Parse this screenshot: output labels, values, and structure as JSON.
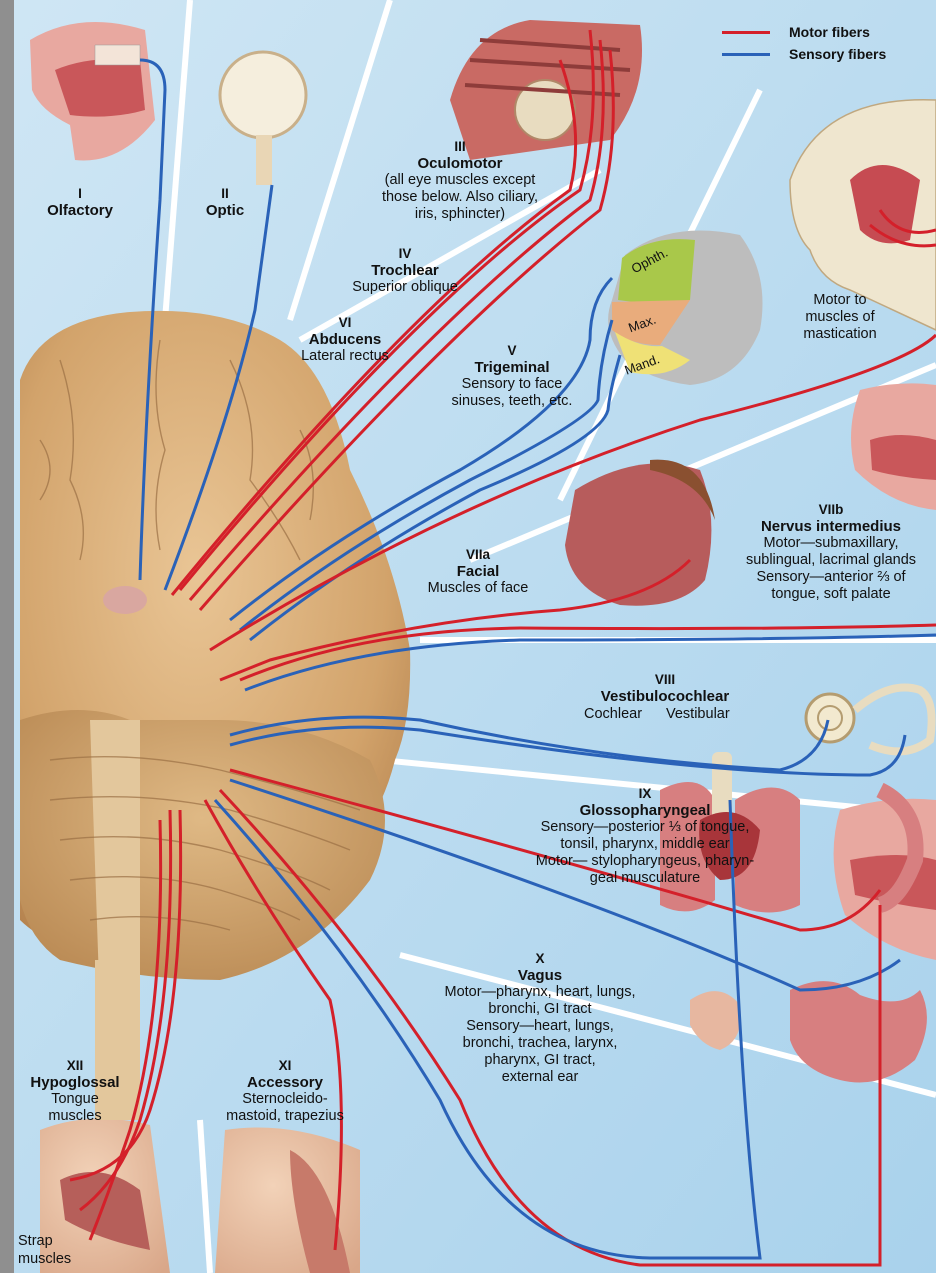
{
  "legend": {
    "motor": {
      "label": "Motor fibers",
      "color": "#d4202a"
    },
    "sensory": {
      "label": "Sensory fibers",
      "color": "#2a62b8"
    }
  },
  "nerves": {
    "olfactory": {
      "numeral": "I",
      "name": "Olfactory"
    },
    "optic": {
      "numeral": "II",
      "name": "Optic"
    },
    "oculomotor": {
      "numeral": "III",
      "name": "Oculomotor",
      "desc": [
        "(all eye muscles except",
        "those below. Also ciliary,",
        "iris, sphincter)"
      ]
    },
    "trochlear": {
      "numeral": "IV",
      "name": "Trochlear",
      "desc": [
        "Superior oblique"
      ]
    },
    "abducens": {
      "numeral": "VI",
      "name": "Abducens",
      "desc": [
        "Lateral rectus"
      ]
    },
    "trigeminal": {
      "numeral": "V",
      "name": "Trigeminal",
      "desc": [
        "Sensory to face",
        "sinuses, teeth, etc."
      ],
      "regions": [
        "Ophth.",
        "Max.",
        "Mand."
      ]
    },
    "mastication": {
      "desc": [
        "Motor to",
        "muscles of",
        "mastication"
      ]
    },
    "facial": {
      "numeral": "VIIa",
      "name": "Facial",
      "desc": [
        "Muscles of face"
      ]
    },
    "intermedius": {
      "numeral": "VIIb",
      "name": "Nervus intermedius",
      "desc": [
        "Motor—submaxillary,",
        "sublingual, lacrimal glands",
        "Sensory—anterior ⅔ of",
        "tongue, soft palate"
      ]
    },
    "vestibulocochlear": {
      "numeral": "VIII",
      "name": "Vestibulocochlear",
      "branches": [
        "Cochlear",
        "Vestibular"
      ]
    },
    "glossopharyngeal": {
      "numeral": "IX",
      "name": "Glossopharyngeal",
      "desc": [
        "Sensory—posterior ⅓ of tongue,",
        "tonsil, pharynx, middle ear",
        "Motor— stylopharyngeus, pharyn-",
        "geal musculature"
      ]
    },
    "vagus": {
      "numeral": "X",
      "name": "Vagus",
      "desc": [
        "Motor—pharynx, heart, lungs,",
        "bronchi, GI tract",
        "Sensory—heart, lungs,",
        "bronchi, trachea, larynx,",
        "pharynx, GI tract,",
        "external ear"
      ]
    },
    "hypoglossal": {
      "numeral": "XII",
      "name": "Hypoglossal",
      "desc": [
        "Tongue",
        "muscles"
      ]
    },
    "accessory": {
      "numeral": "XI",
      "name": "Accessory",
      "desc": [
        "Sternocleido-",
        "mastoid, trapezius"
      ]
    },
    "strap": {
      "desc": [
        "Strap",
        "muscles"
      ]
    }
  }
}
